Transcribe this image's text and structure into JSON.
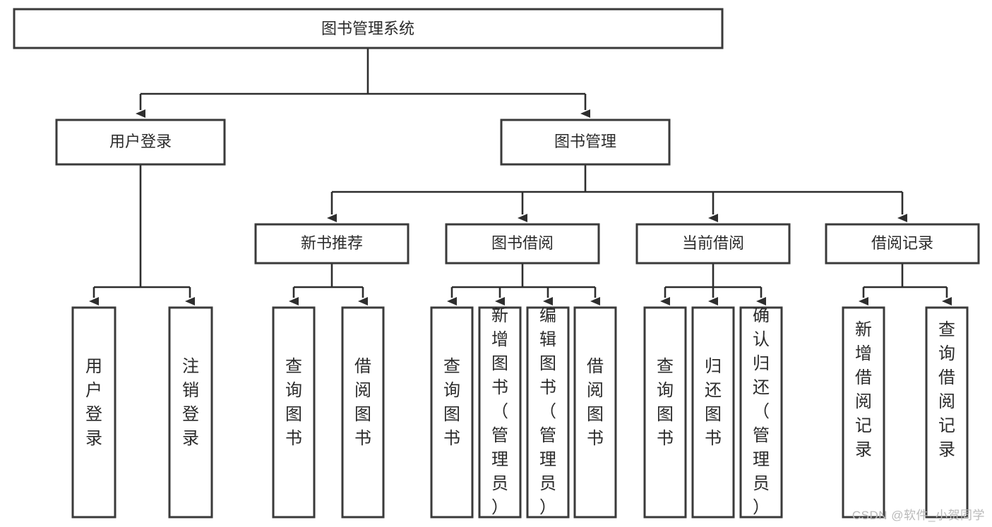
{
  "diagram": {
    "title_node": {
      "label": "图书管理系统"
    },
    "level2": [
      {
        "id": "user-login",
        "label": "用户登录"
      },
      {
        "id": "book-management",
        "label": "图书管理"
      }
    ],
    "level3": [
      {
        "id": "new-book-recommend",
        "label": "新书推荐"
      },
      {
        "id": "book-borrow",
        "label": "图书借阅"
      },
      {
        "id": "current-borrow",
        "label": "当前借阅"
      },
      {
        "id": "borrow-record",
        "label": "借阅记录"
      }
    ],
    "leaves": [
      {
        "id": "leaf-user-login",
        "parent": "user-login",
        "label": "用户登录"
      },
      {
        "id": "leaf-logout-login",
        "parent": "user-login",
        "label": "注销登录"
      },
      {
        "id": "leaf-query-book-1",
        "parent": "new-book-recommend",
        "label": "查询图书"
      },
      {
        "id": "leaf-borrow-book-1",
        "parent": "new-book-recommend",
        "label": "借阅图书"
      },
      {
        "id": "leaf-query-book-2",
        "parent": "book-borrow",
        "label": "查询图书"
      },
      {
        "id": "leaf-add-book-admin",
        "parent": "book-borrow",
        "label": "新增图书（管理员）"
      },
      {
        "id": "leaf-edit-book-admin",
        "parent": "book-borrow",
        "label": "编辑图书（管理员）"
      },
      {
        "id": "leaf-borrow-book-2",
        "parent": "book-borrow",
        "label": "借阅图书"
      },
      {
        "id": "leaf-query-book-3",
        "parent": "current-borrow",
        "label": "查询图书"
      },
      {
        "id": "leaf-return-book",
        "parent": "current-borrow",
        "label": "归还图书"
      },
      {
        "id": "leaf-confirm-return-admin",
        "parent": "current-borrow",
        "label": "确认归还（管理员）"
      },
      {
        "id": "leaf-add-borrow-record",
        "parent": "borrow-record",
        "label": "新增借阅记录"
      },
      {
        "id": "leaf-query-borrow-record",
        "parent": "borrow-record",
        "label": "查询借阅记录"
      }
    ]
  },
  "watermark": {
    "text": "CSDN @软件_小贺同学"
  },
  "colors": {
    "box_stroke": "#3a3a3a",
    "edge": "#2e2e2e",
    "text": "#2b2b2b",
    "background": "#ffffff",
    "watermark": "#b9b9b9"
  }
}
